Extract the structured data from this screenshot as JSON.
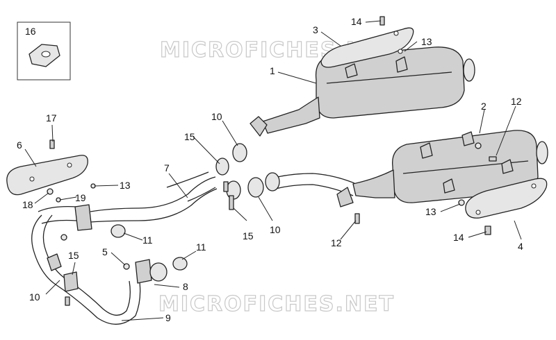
{
  "watermark": {
    "top": "MICROFICHES.NET",
    "bottom": "MICROFICHES.NET"
  },
  "callouts": [
    {
      "id": "c1",
      "text": "1"
    },
    {
      "id": "c2",
      "text": "2"
    },
    {
      "id": "c3",
      "text": "3"
    },
    {
      "id": "c4",
      "text": "4"
    },
    {
      "id": "c5",
      "text": "5"
    },
    {
      "id": "c6",
      "text": "6"
    },
    {
      "id": "c7",
      "text": "7"
    },
    {
      "id": "c8",
      "text": "8"
    },
    {
      "id": "c9",
      "text": "9"
    },
    {
      "id": "c10a",
      "text": "10"
    },
    {
      "id": "c10b",
      "text": "10"
    },
    {
      "id": "c10c",
      "text": "10"
    },
    {
      "id": "c11a",
      "text": "11"
    },
    {
      "id": "c11b",
      "text": "11"
    },
    {
      "id": "c12a",
      "text": "12"
    },
    {
      "id": "c12b",
      "text": "12"
    },
    {
      "id": "c13a",
      "text": "13"
    },
    {
      "id": "c13b",
      "text": "13"
    },
    {
      "id": "c13c",
      "text": "13"
    },
    {
      "id": "c14a",
      "text": "14"
    },
    {
      "id": "c14b",
      "text": "14"
    },
    {
      "id": "c15a",
      "text": "15"
    },
    {
      "id": "c15b",
      "text": "15"
    },
    {
      "id": "c15c",
      "text": "15"
    },
    {
      "id": "c16",
      "text": "16"
    },
    {
      "id": "c17",
      "text": "17"
    },
    {
      "id": "c18",
      "text": "18"
    },
    {
      "id": "c19",
      "text": "19"
    }
  ]
}
